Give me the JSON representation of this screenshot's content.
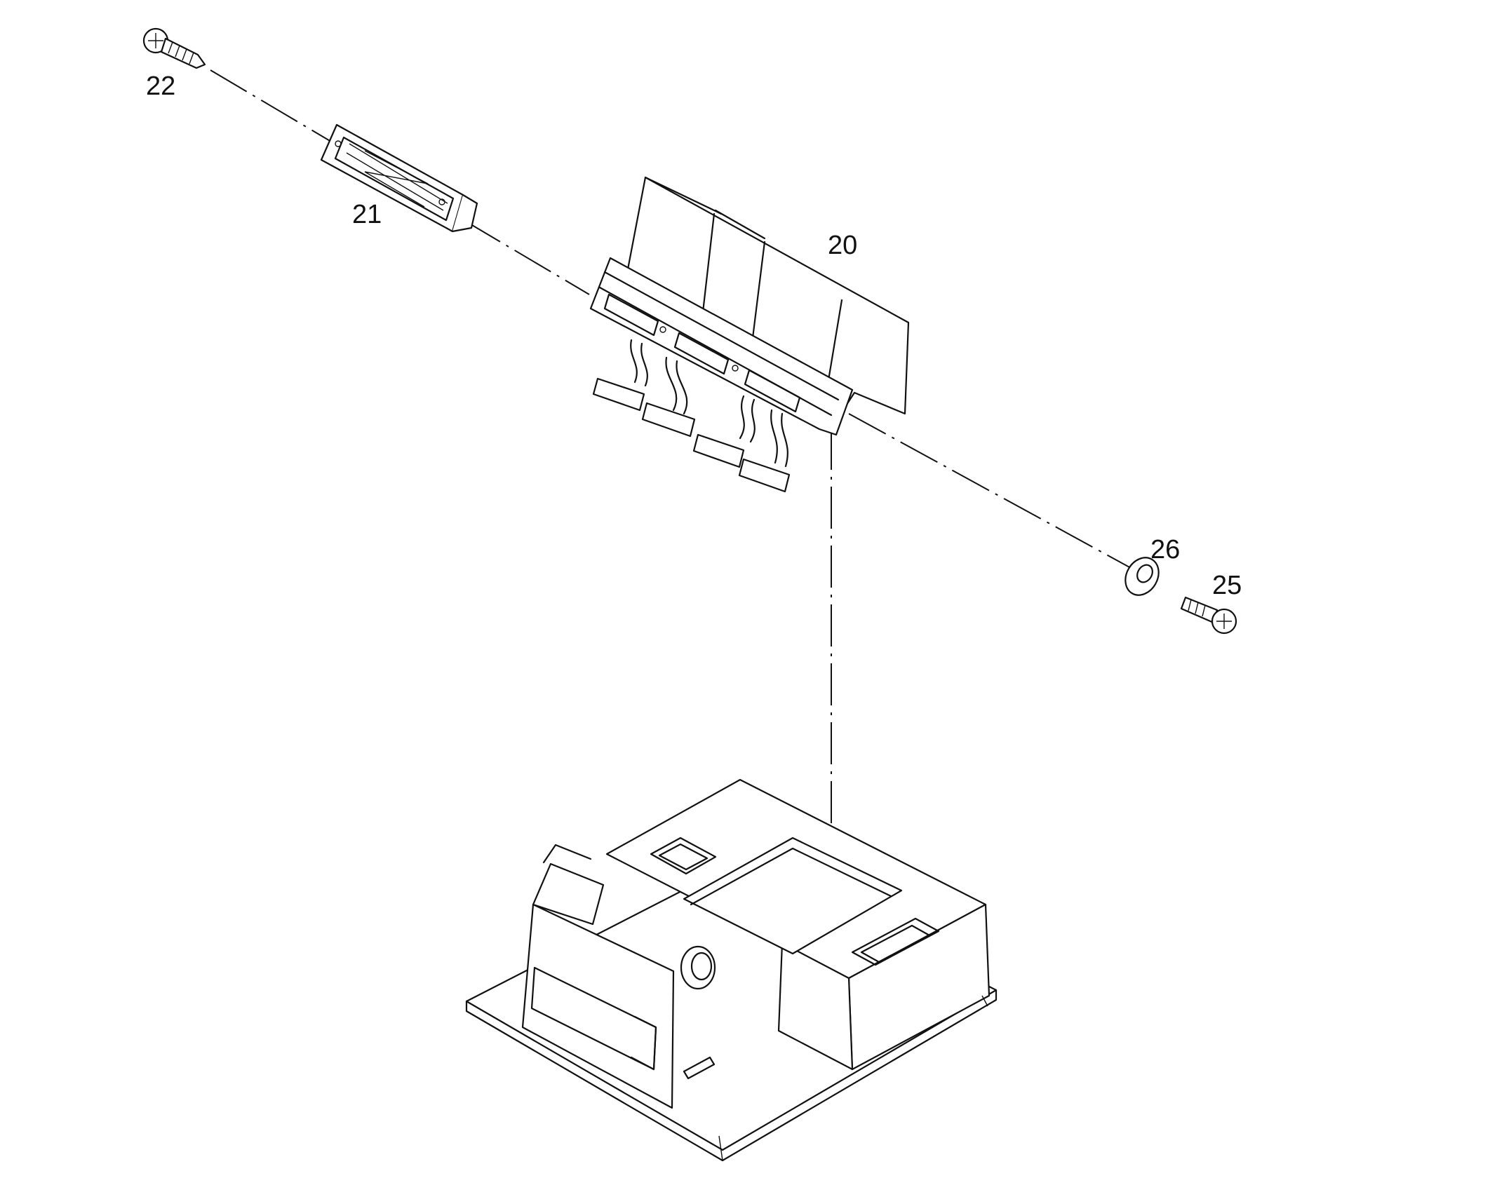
{
  "diagram": {
    "callouts": {
      "screw_top": "22",
      "connector_bracket": "21",
      "cable_assembly": "20",
      "washer": "26",
      "screw_right": "25"
    }
  }
}
